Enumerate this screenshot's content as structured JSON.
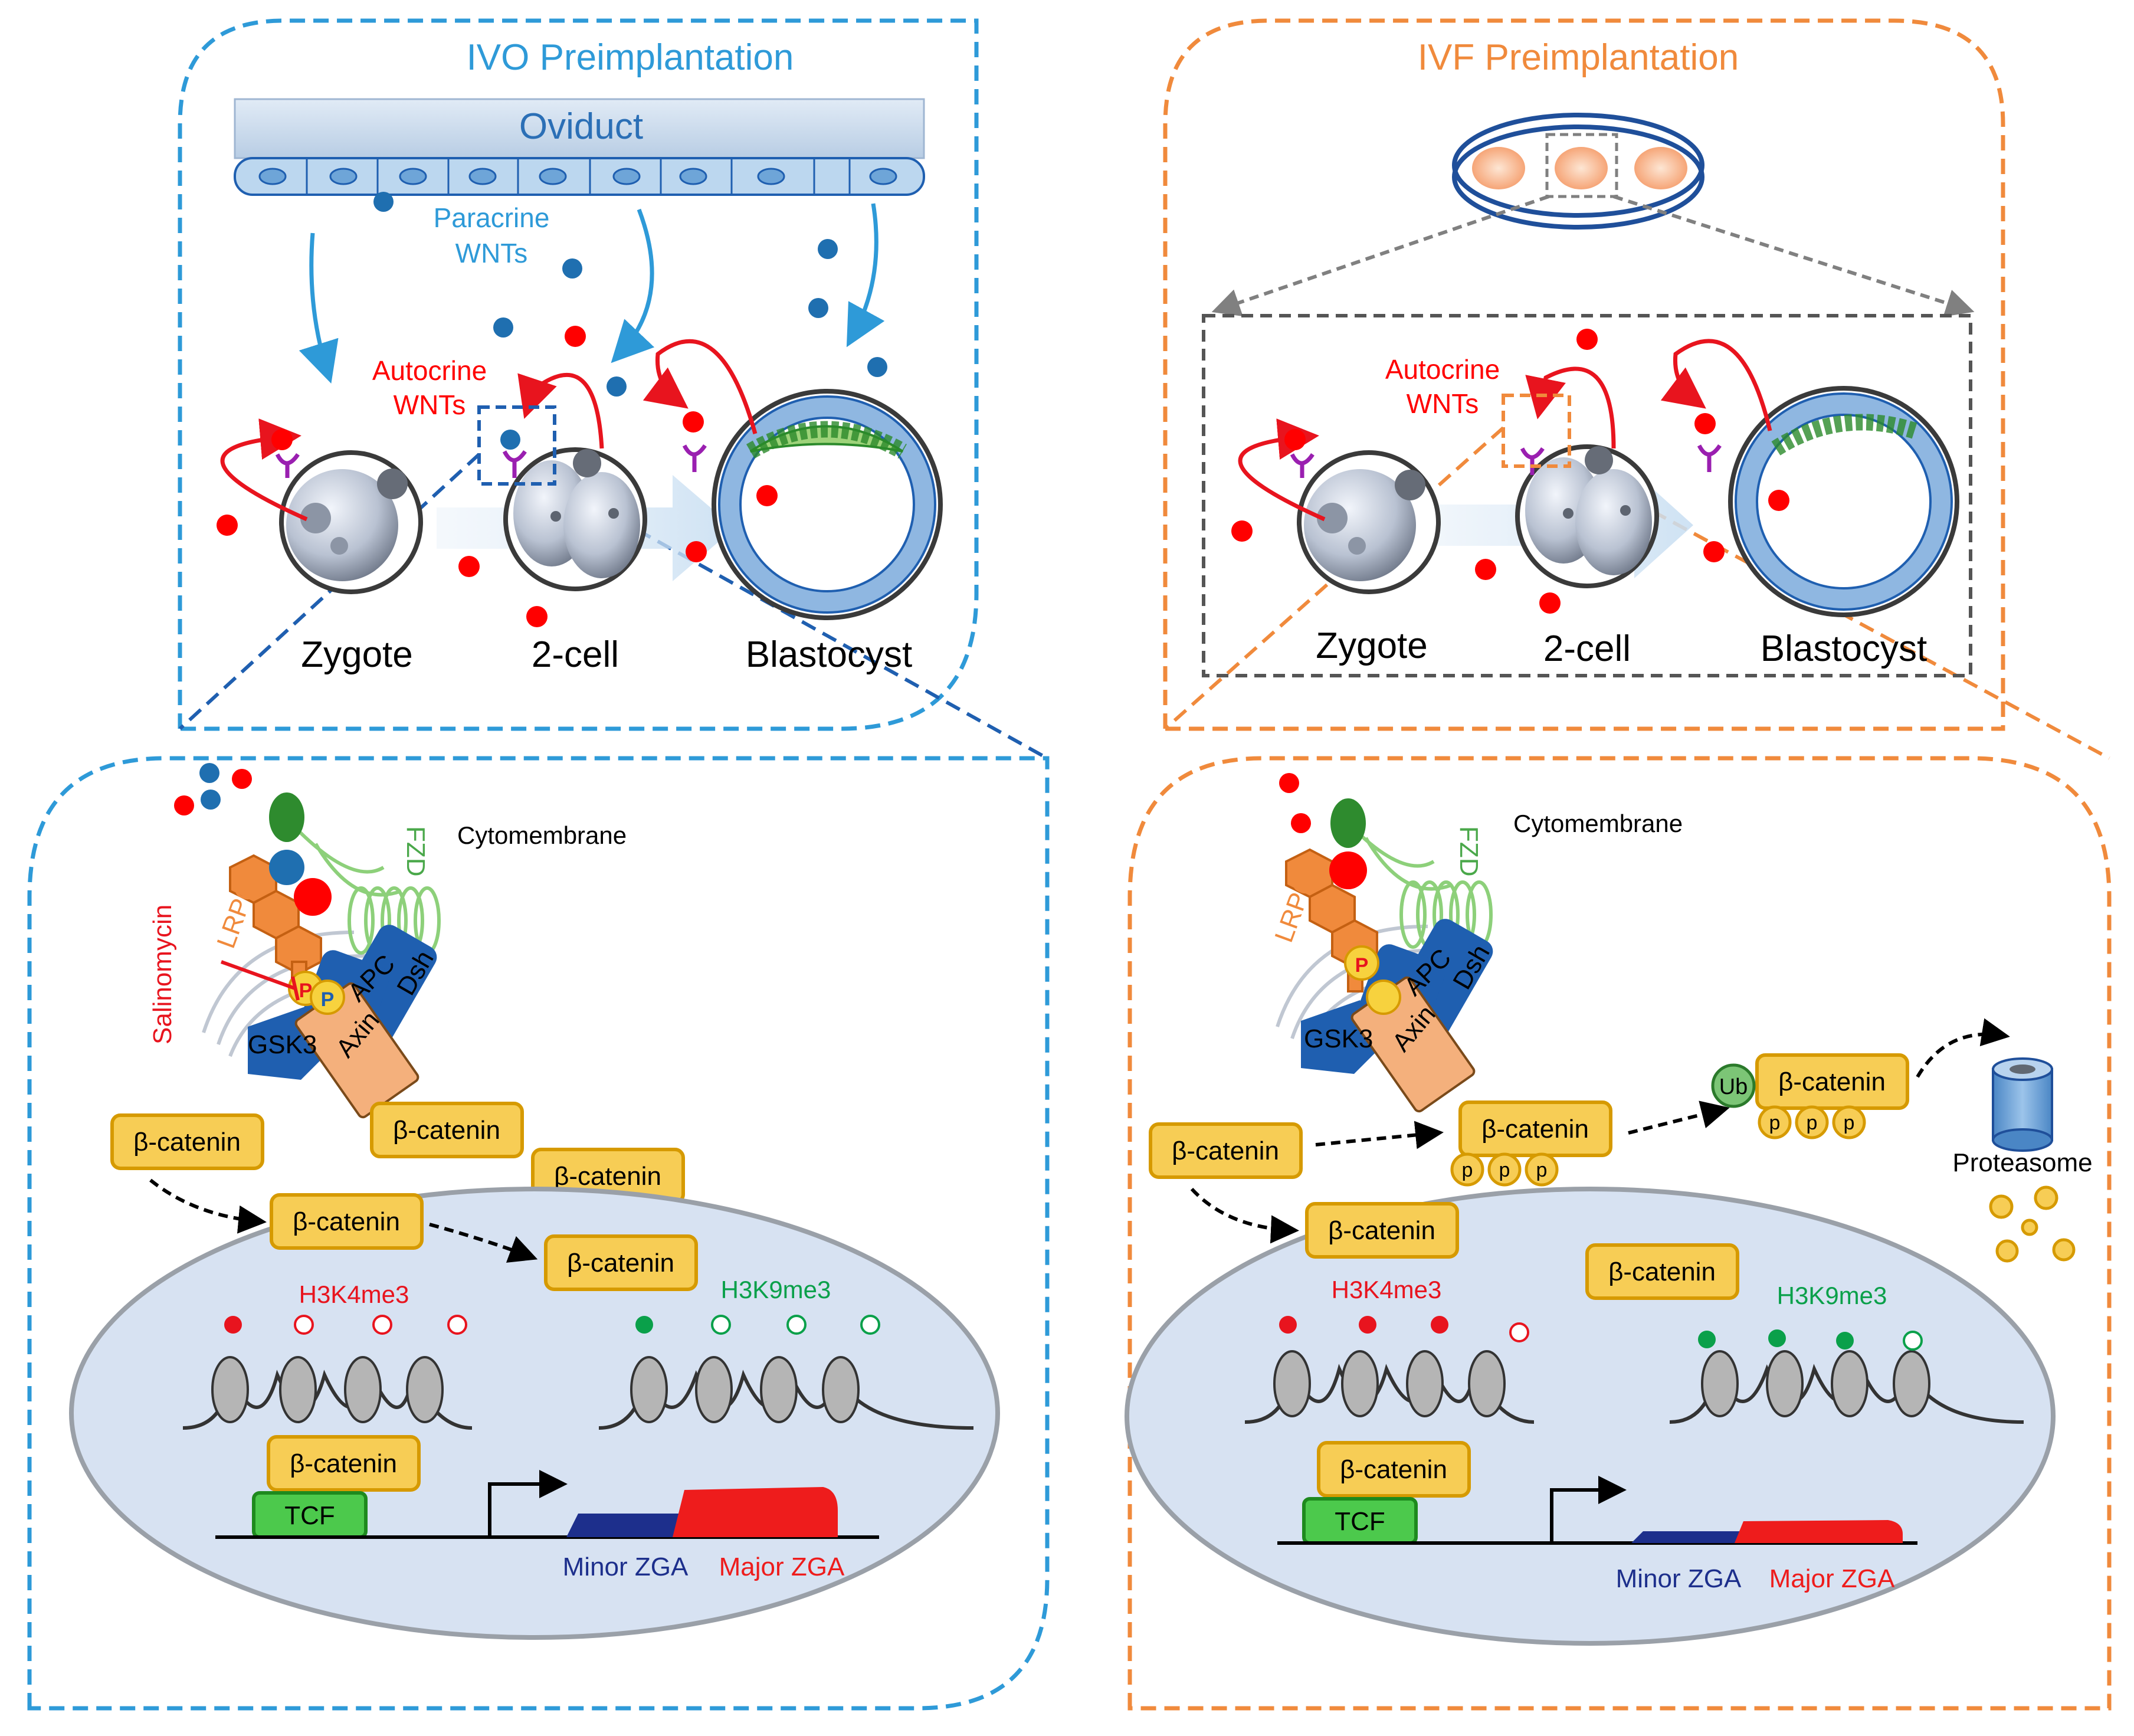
{
  "left": {
    "title": "IVO Preimplantation",
    "oviduct": "Oviduct",
    "paracrine": [
      "Paracrine",
      "WNTs"
    ],
    "autocrine": [
      "Autocrine",
      "WNTs"
    ],
    "stages": [
      "Zygote",
      "2-cell",
      "Blastocyst"
    ],
    "cytomembrane": "Cytomembrane",
    "fzd": "FZD",
    "lrp6": "LRP6",
    "apc": "APC",
    "dsh": "Dsh",
    "gsk3": "GSK3",
    "axin": "Axin",
    "p": "P",
    "salinomycin": "Salinomycin",
    "beta_catenin": "β-catenin",
    "h3k4": "H3K4me3",
    "h3k9": "H3K9me3",
    "tcf": "TCF",
    "minor": "Minor ZGA",
    "major": "Major ZGA"
  },
  "right": {
    "title": "IVF Preimplantation",
    "autocrine": [
      "Autocrine",
      "WNTs"
    ],
    "stages": [
      "Zygote",
      "2-cell",
      "Blastocyst"
    ],
    "cytomembrane": "Cytomembrane",
    "fzd": "FZD",
    "lrp6": "LRP6",
    "apc": "APC",
    "dsh": "Dsh",
    "gsk3": "GSK3",
    "axin": "Axin",
    "p": "P",
    "p_small": "p",
    "ub": "Ub",
    "proteasome": "Proteasome",
    "beta_catenin": "β-catenin",
    "h3k4": "H3K4me3",
    "h3k9": "H3K9me3",
    "tcf": "TCF",
    "minor": "Minor ZGA",
    "major": "Major ZGA"
  },
  "colors": {
    "ivo_blue": "#2e9ad8",
    "ivf_orange": "#f08a3c",
    "wnt_red": "#ff0000",
    "wnt_blue": "#1f6fb0",
    "catenin_fill": "#f7cd55",
    "catenin_stroke": "#d69a00",
    "tcf_green": "#4cc94c",
    "nucleus": "#d7e2f2",
    "h3k4_red": "#e8141e",
    "h3k9_green": "#0aa04a",
    "minor_blue": "#1d2f8c",
    "major_red": "#ee1c1c"
  }
}
